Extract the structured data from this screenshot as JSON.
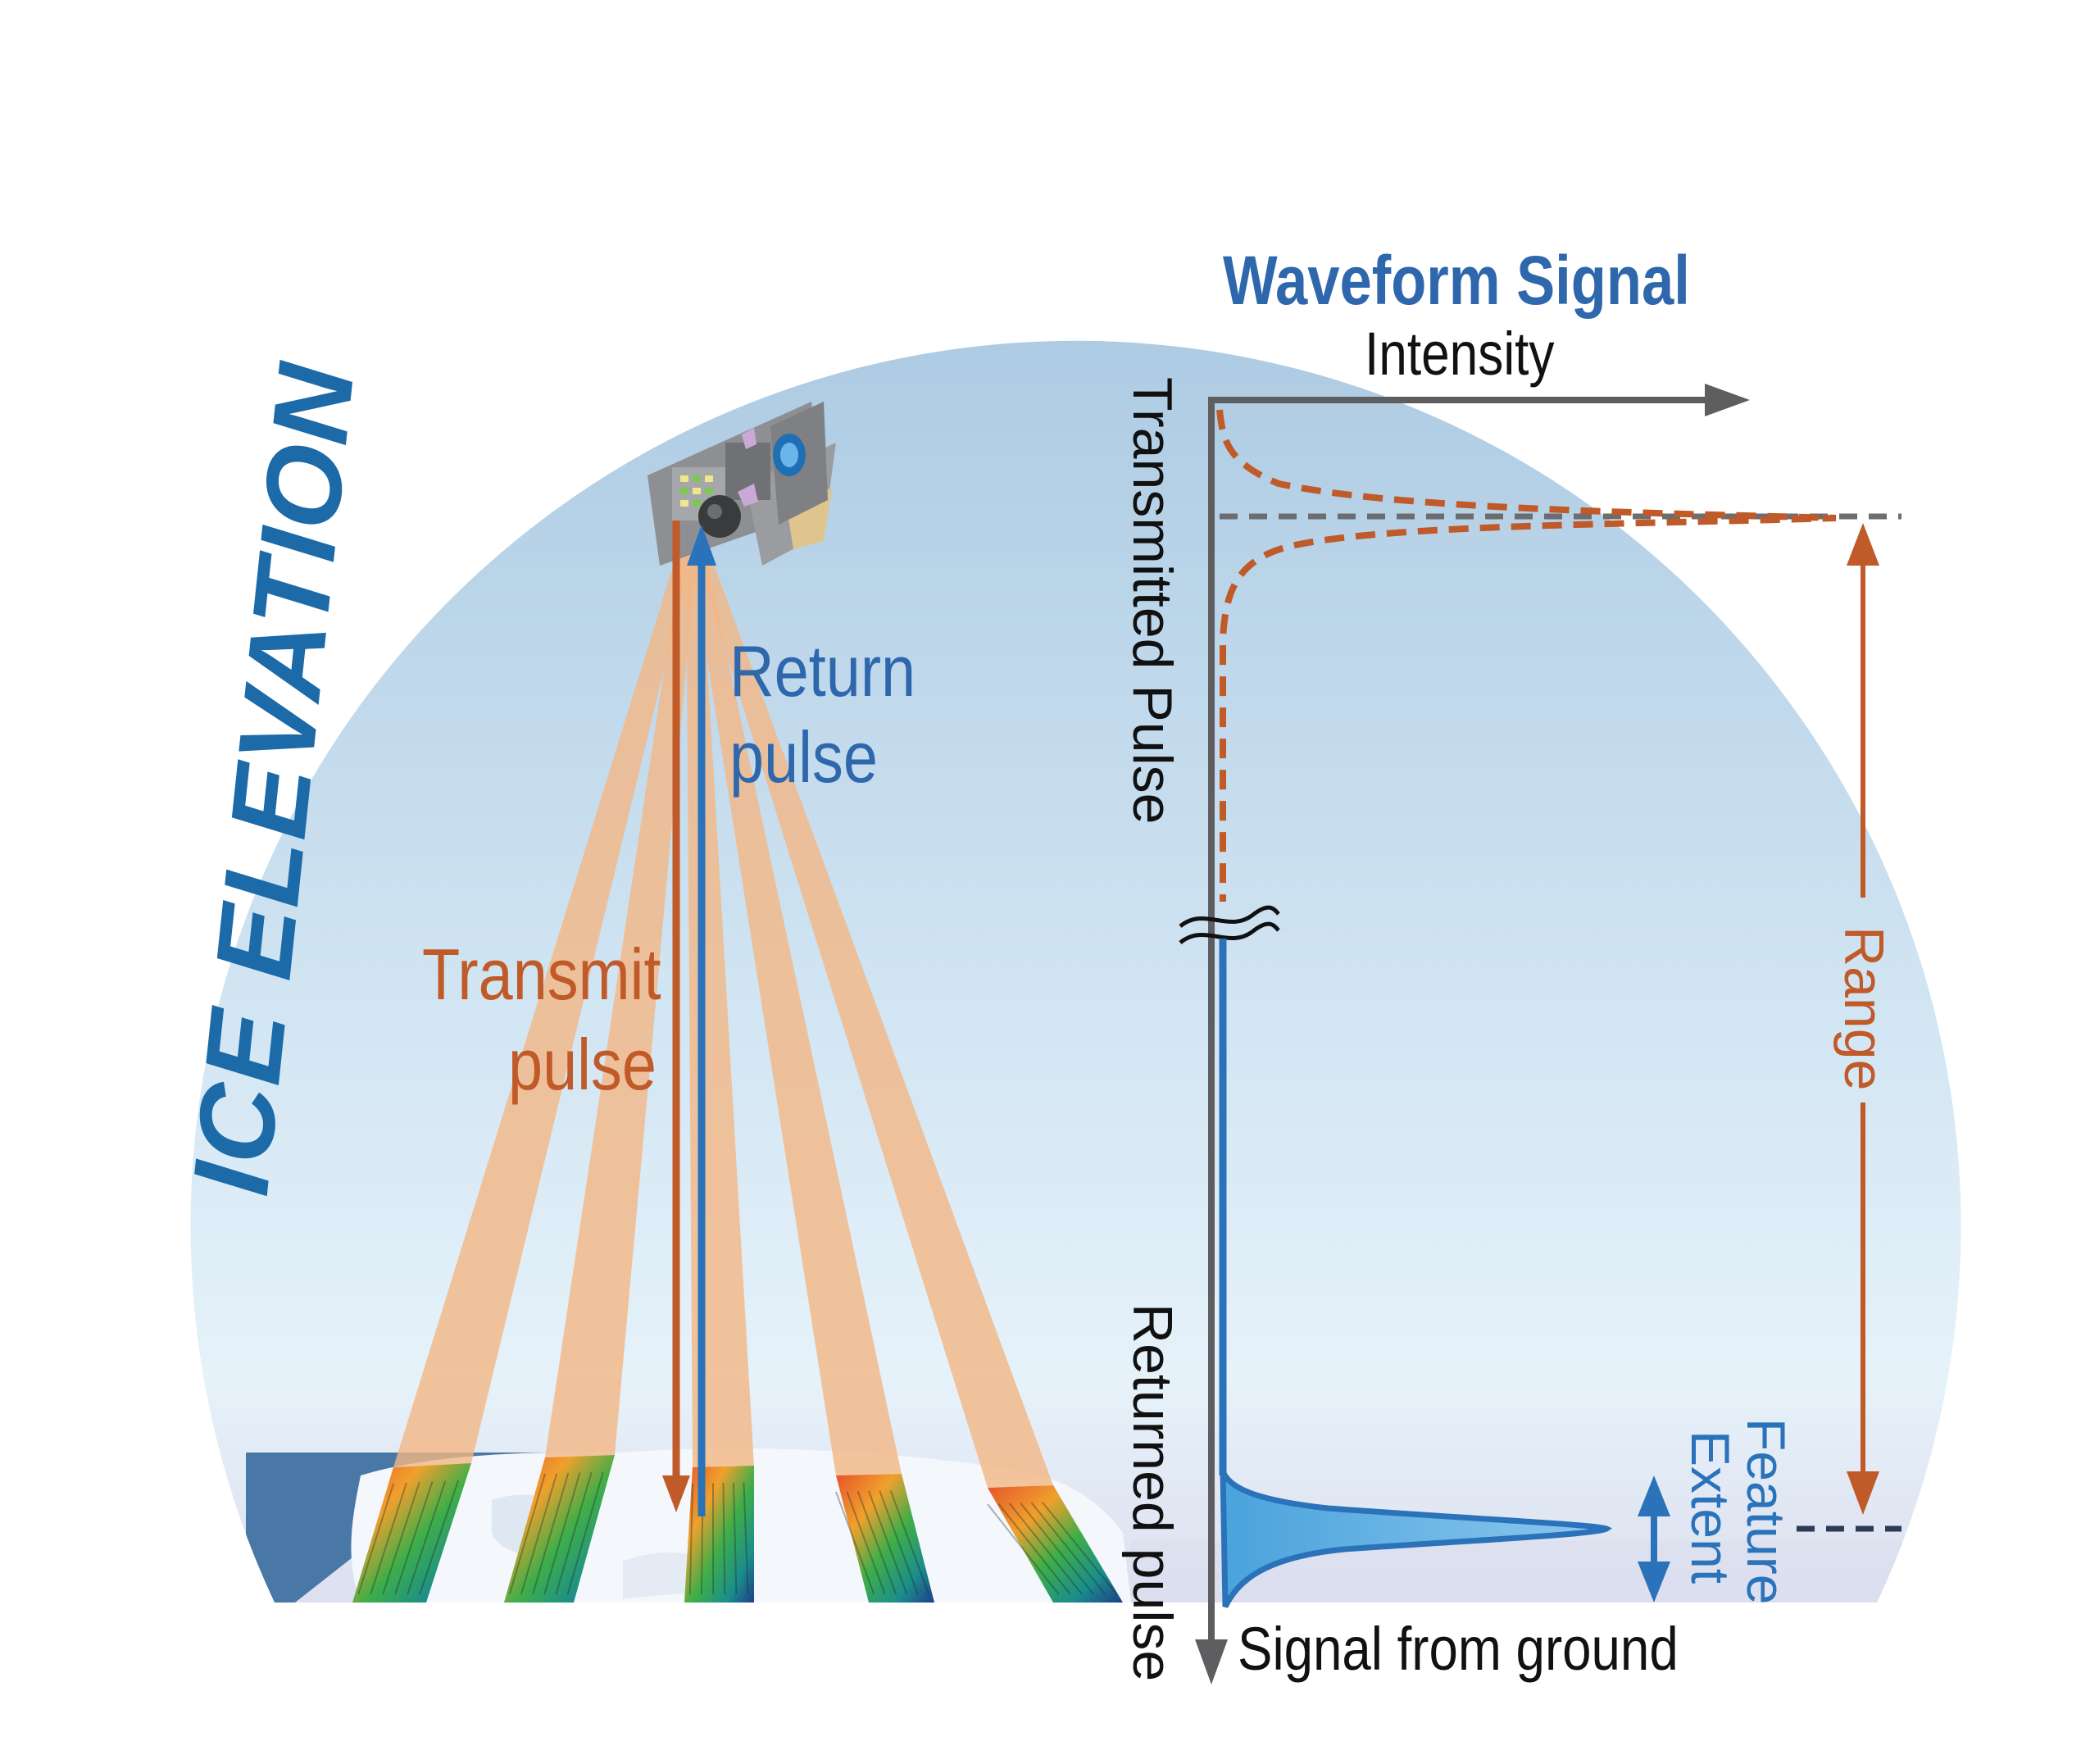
{
  "side_title": "ICE ELEVATION",
  "waveform": {
    "title": "Waveform Signal",
    "x_axis_label": "Intensity",
    "y_top_label": "Transmitted Pulse",
    "y_bottom_label": "Returned  pulse",
    "ground_label": "Signal from ground",
    "range_label": "Range",
    "feature_label_line1": "Feature",
    "feature_label_line2": "Extent"
  },
  "beam": {
    "return_line1": "Return",
    "return_line2": "pulse",
    "transmit_line1": "Transmit",
    "transmit_line2": "pulse"
  },
  "colors": {
    "sky_top": "#b3d0e6",
    "sky_bottom": "#e8f2fa",
    "title_blue": "#2f67ad",
    "side_title_blue": "#1c6aa8",
    "pulse_orange": "#c05a28",
    "return_blue": "#2a72b9",
    "axis_gray": "#5e5e60",
    "beam_orange": "#f3b785",
    "ground_fill": "#5aa9dc",
    "ocean": "#4a78a6"
  },
  "icons": [
    "satellite-icon",
    "terrain-swath-icon",
    "break-mark-icon"
  ]
}
